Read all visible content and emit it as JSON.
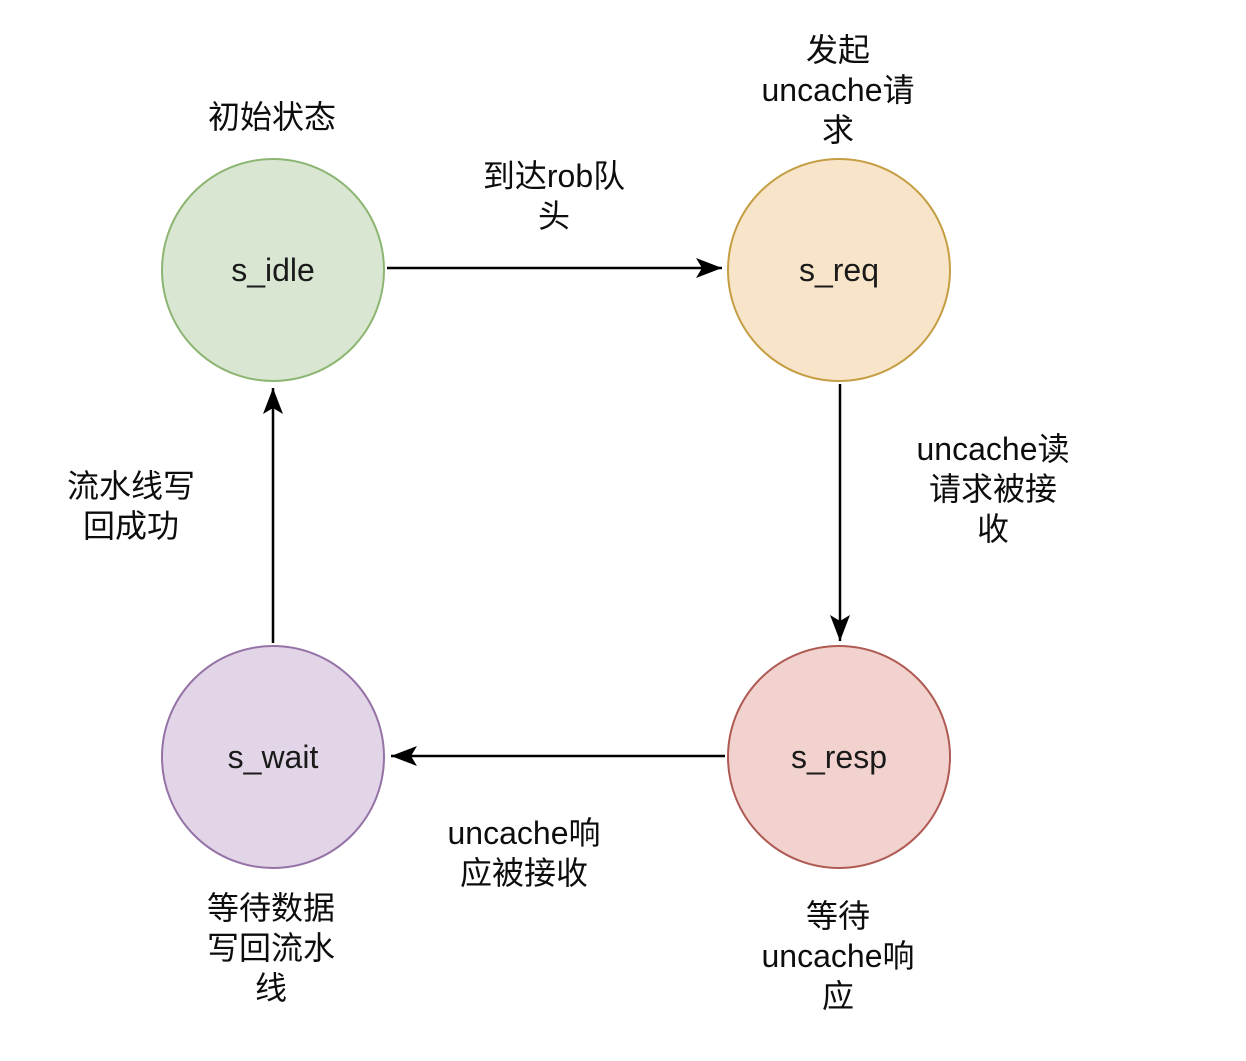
{
  "diagram": {
    "background": "#ffffff",
    "text_color": "#0d0d0d",
    "arrow_color": "#000000"
  },
  "states": [
    {
      "name": "s_idle",
      "caption": "初始状态",
      "fill": "#d9e7d2",
      "stroke": "#8cb572"
    },
    {
      "name": "s_req",
      "caption": "发起\nuncache请\n求",
      "fill": "#f8e5c9",
      "stroke": "#c59d43"
    },
    {
      "name": "s_resp",
      "caption": "等待\nuncache响\n应",
      "fill": "#f2d2ce",
      "stroke": "#b05a54"
    },
    {
      "name": "s_wait",
      "caption": "等待数据\n写回流水\n线",
      "fill": "#e1d5e7",
      "stroke": "#9673a6"
    }
  ],
  "transitions": [
    {
      "from": "s_idle",
      "to": "s_req",
      "label": "到达rob队\n头"
    },
    {
      "from": "s_req",
      "to": "s_resp",
      "label": "uncache读\n请求被接\n收"
    },
    {
      "from": "s_resp",
      "to": "s_wait",
      "label": "uncache响\n应被接收"
    },
    {
      "from": "s_wait",
      "to": "s_idle",
      "label": "流水线写\n回成功"
    }
  ]
}
